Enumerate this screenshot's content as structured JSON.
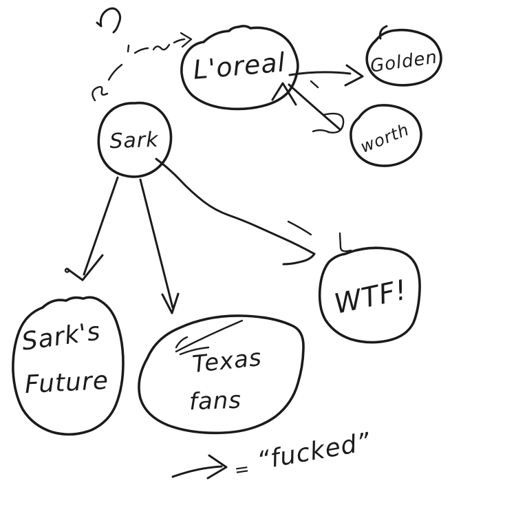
{
  "canvas": {
    "background": "#ffffff",
    "ink": "#1b1b1b"
  },
  "nodes": {
    "sark": {
      "label": "Sark"
    },
    "loreal": {
      "label": "L'oreal"
    },
    "golden": {
      "label": "Golden"
    },
    "worth": {
      "label": "worth"
    },
    "wtf": {
      "label": "WTF!"
    },
    "sarks_future": {
      "line1": "Sark's",
      "line2": "Future"
    },
    "texas_fans": {
      "line1": "Texas",
      "line2": "fans"
    }
  },
  "edges": [
    {
      "from": "sark",
      "to": "loreal",
      "style": "dashed-arrow"
    },
    {
      "from": "loreal",
      "to": "golden",
      "style": "solid-arrow"
    },
    {
      "from": "worth",
      "to": "loreal",
      "style": "solid-arrow"
    },
    {
      "from": "sark",
      "to": "sarks_future",
      "style": "solid-arrow"
    },
    {
      "from": "sark",
      "to": "texas_fans",
      "style": "solid-arrow"
    },
    {
      "from": "sark",
      "to": "wtf",
      "style": "wavy-arrow"
    }
  ],
  "legend": {
    "symbol": "→",
    "equals": "=",
    "meaning": "“fucked”"
  },
  "marks": {
    "top_left_squiggle": "question-mark-squiggle"
  }
}
